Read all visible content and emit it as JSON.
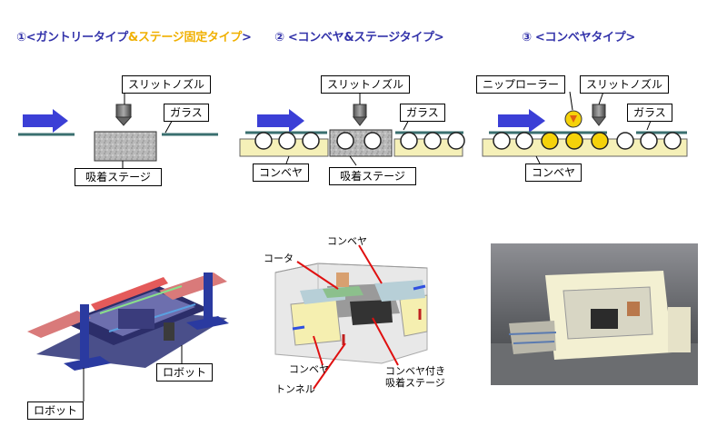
{
  "titles": {
    "type1": {
      "number": "①",
      "open": "<",
      "part_a": "ガントリータイプ",
      "part_b": "&ステージ固定タイプ",
      "close": ">"
    },
    "type2": "② <コンベヤ&ステージタイプ>",
    "type3": "③ <コンベヤタイプ>"
  },
  "labels": {
    "slit_nozzle": "スリットノズル",
    "glass": "ガラス",
    "suction_stage": "吸着ステージ",
    "conveyor": "コンベヤ",
    "nip_roller": "ニップローラー",
    "robot": "ロボット",
    "coater": "コータ",
    "tunnel": "トンネル",
    "conveyor_stage_line1": "コンベヤ付き",
    "conveyor_stage_line2": "吸着ステージ"
  },
  "colors": {
    "arrow_blue": "#3b3fd6",
    "title_blue": "#3333aa",
    "title_yellow": "#f0b000",
    "conveyor_base": "#f5f0b8",
    "glass": "#c8e3e3",
    "roller_yellow": "#f5d20a",
    "callout_red": "#e01010"
  }
}
